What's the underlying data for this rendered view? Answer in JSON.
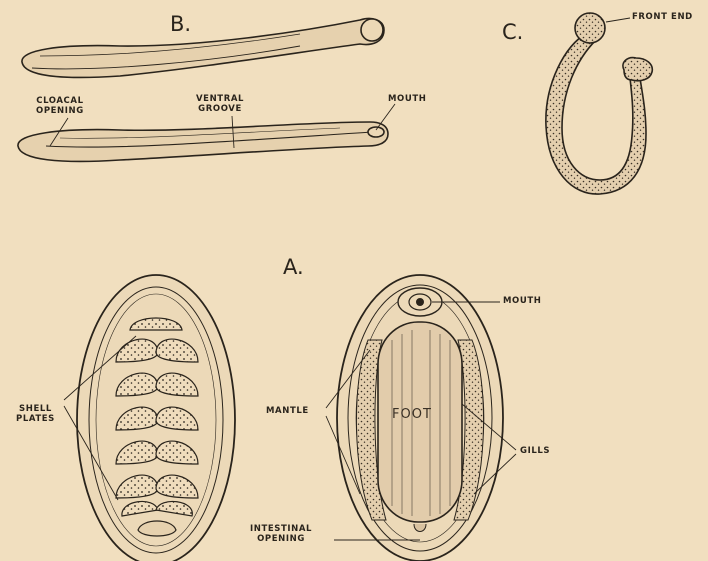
{
  "figure_letters": {
    "a": "A.",
    "b": "B.",
    "c": "C."
  },
  "labels": {
    "front_end": "FRONT END",
    "cloacal_opening": "CLOACAL\nOPENING",
    "ventral_groove": "VENTRAL\nGROOVE",
    "mouth_b": "MOUTH",
    "shell_plates": "SHELL\nPLATES",
    "mantle": "MANTLE",
    "foot": "FOOT",
    "mouth_a": "MOUTH",
    "gills": "GILLS",
    "intestinal_opening": "INTESTINAL\nOPENING"
  },
  "colors": {
    "paper": "#f1dfbf",
    "ink": "#2a241c",
    "body_shade": "#d9c2a0"
  }
}
